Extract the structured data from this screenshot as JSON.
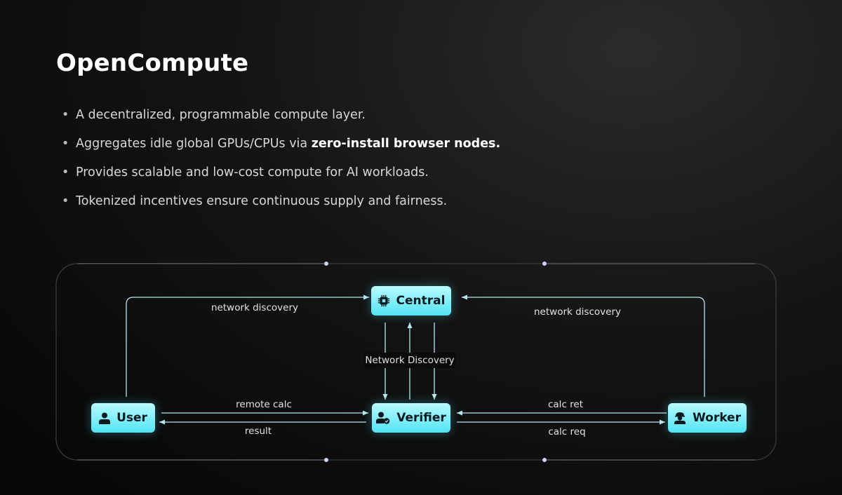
{
  "title": "OpenCompute",
  "bullets": [
    {
      "text": "A decentralized, programmable compute layer.",
      "bold": ""
    },
    {
      "text": "Aggregates idle global GPUs/CPUs via ",
      "bold": "zero-install browser nodes."
    },
    {
      "text": "Provides scalable and low-cost compute for AI workloads.",
      "bold": ""
    },
    {
      "text": "Tokenized incentives ensure continuous supply and fairness.",
      "bold": ""
    }
  ],
  "diagram": {
    "nodes": {
      "central": {
        "label": "Central",
        "icon": "chip-icon"
      },
      "user": {
        "label": "User",
        "icon": "user-icon"
      },
      "verifier": {
        "label": "Verifier",
        "icon": "user-check-icon"
      },
      "worker": {
        "label": "Worker",
        "icon": "worker-icon"
      }
    },
    "edges": {
      "user_central": "network discovery",
      "worker_central": "network discovery",
      "central_verifier": "Network Discovery",
      "remote_calc": "remote calc",
      "result": "result",
      "calc_ret": "calc ret",
      "calc_req": "calc req"
    },
    "colors": {
      "node_fill_top": "#b8fbff",
      "node_fill_bottom": "#52e3f4",
      "connector": "#b9e6ee",
      "frame": "#3a3f44"
    }
  }
}
